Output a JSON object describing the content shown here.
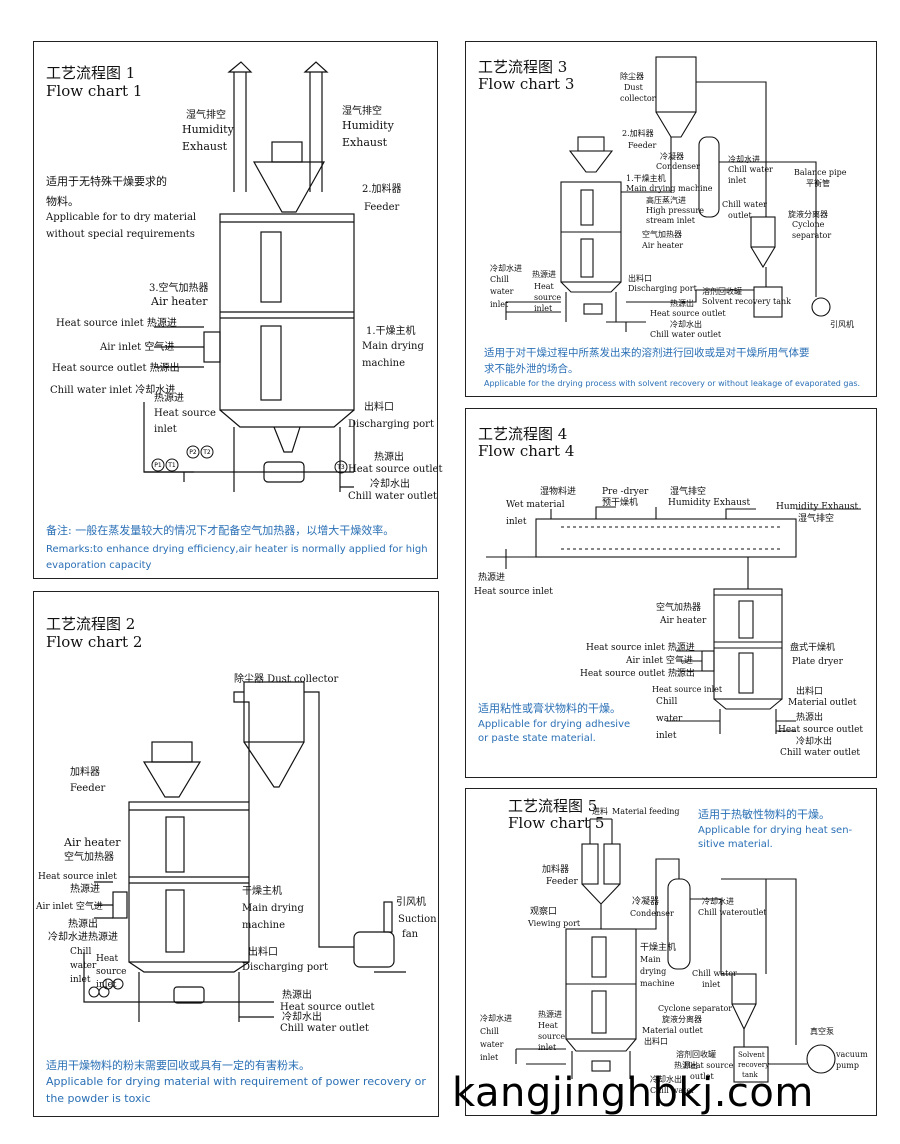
{
  "chart1": {
    "title_cn": "工艺流程图 1",
    "title_en": "Flow chart 1",
    "humidity_cn_l": "湿气排空",
    "humidity_en_l1": "Humidity",
    "humidity_en_l2": "Exhaust",
    "humidity_cn_r": "湿气排空",
    "humidity_en_r1": "Humidity",
    "humidity_en_r2": "Exhaust",
    "feeder_cn": "2.加料器",
    "feeder_en": "Feeder",
    "desc_cn1": "适用于无特殊干燥要求的",
    "desc_cn2": "物料。",
    "desc_en1": "Applicable for to dry material",
    "desc_en2": "without special requirements",
    "airheater_cn": "3.空气加热器",
    "airheater_en": "Air heater",
    "main_cn": "1.干燥主机",
    "main_en1": "Main drying",
    "main_en2": "machine",
    "heat_in": "Heat source inlet 热源进",
    "air_in": "Air inlet 空气进",
    "heat_out": "Heat source outlet 热源出",
    "chill_in": "Chill water inlet 冷却水进",
    "heat_cn2": "热源进",
    "heat_en2a": "Heat",
    "heat_en2b": "source",
    "heat_en2c": "inlet",
    "disch_cn": "出料口",
    "disch_en": "Discharging port",
    "heat_out_cn": "热源出",
    "heat_out_en": "Heat source outlet",
    "chill_out_cn": "冷却水出",
    "chill_out_en": "Chill water outlet",
    "gauges": [
      "P1",
      "T1",
      "P2",
      "T2",
      "T3"
    ],
    "remark_cn": "备注: 一般在蒸发量较大的情况下才配备空气加热器，以增大干燥效率。",
    "remark_en1": "Remarks:to enhance drying efficiency,air heater is normally applied for high",
    "remark_en2": "evaporation capacity"
  },
  "chart2": {
    "title_cn": "工艺流程图 2",
    "title_en": "Flow chart 2",
    "dust": "除尘器  Dust collector",
    "feeder_cn": "加料器",
    "feeder_en": "Feeder",
    "airheater_en": "Air heater",
    "airheater_cn": "空气加热器",
    "heat_in": "Heat source inlet",
    "heat_in_cn": "热源进",
    "air_in": "Air inlet 空气进",
    "heat_out_cn": "热源出",
    "chill_cn": "冷却水进",
    "heat_cn3": "热源进",
    "chill_a": "Chill",
    "chill_b": "water",
    "chill_c": "inlet",
    "heat_a": "Heat",
    "heat_b": "source",
    "heat_c": "inlet",
    "main_cn": "干燥主机",
    "main_en1": "Main drying",
    "main_en2": "machine",
    "disch_cn": "出料口",
    "disch_en": "Discharging port",
    "fan_cn": "引风机",
    "fan_en1": "Suction",
    "fan_en2": "fan",
    "heat_out_en": "Heat source outlet",
    "chill_out_cn": "冷却水出",
    "chill_out_en": "Chill water outlet",
    "desc_cn": "适用干燥物料的粉末需要回收或具有一定的有害粉末。",
    "desc_en1": "Applicable for drying material with requirement of power recovery or",
    "desc_en2": "the powder is toxic"
  },
  "chart3": {
    "title_cn": "工艺流程图 3",
    "title_en": "Flow chart 3",
    "dust_cn": "除尘器",
    "dust_en1": "Dust",
    "dust_en2": "collector",
    "feeder_cn": "2.加料器",
    "feeder_en": "Feeder",
    "cond_cn": "冷凝器",
    "cond_en": "Condenser",
    "chill_cn": "冷却水进",
    "chill_en1": "Chill water",
    "chill_en2": "inlet",
    "main_cn": "1.干燥主机",
    "main_en": "Main drying machine",
    "hp_cn": "高压蒸汽进",
    "hp_en1": "High pressure",
    "hp_en2": "stream inlet",
    "air_cn": "空气加热器",
    "air_en": "Air heater",
    "chill2_en1": "Chill water",
    "chill2_en2": "outlet",
    "bal_en": "Balance pipe",
    "bal_cn": "平衡管",
    "cyc_cn": "旋液分离器",
    "cyc_en1": "Cyclone",
    "cyc_en2": "separator",
    "left_cn": "冷却水进",
    "left_cn2": "热源进",
    "left_a": "Chill",
    "left_b": "water",
    "left_c": "inlet",
    "left_h1": "Heat",
    "left_h2": "source",
    "left_h3": "inlet",
    "disch_cn": "出料口",
    "disch_en": "Discharging port",
    "solv_cn": "溶剂回收罐",
    "solv_en": "Solvent recovery tank",
    "heat_out_cn": "热源出",
    "heat_out_en": "Heat source outlet",
    "chill_out_cn": "冷却水出",
    "chill_out_en": "Chill water outlet",
    "fan_cn": "引风机",
    "desc_cn1": "适用于对干燥过程中所蒸发出来的溶剂进行回收或是对干燥所用气体要",
    "desc_cn2": "求不能外泄的场合。",
    "desc_en": "Applicable for the drying process with solvent recovery or without leakage of evaporated gas."
  },
  "chart4": {
    "title_cn": "工艺流程图 4",
    "title_en": "Flow chart 4",
    "wet_cn": "湿物料进",
    "wet_en1": "Wet material",
    "wet_en2": "inlet",
    "pre_en": "Pre -dryer",
    "pre_cn": "预干燥机",
    "hum_cn": "湿气排空",
    "hum_en": "Humidity Exhaust",
    "hum2_en": "Humidity Exhaust",
    "hum2_cn": "湿气排空",
    "heat_cn": "热源进",
    "heat_en": "Heat source inlet",
    "airh_cn": "空气加热器",
    "airh_en": "Air heater",
    "plate_cn": "盘式干燥机",
    "plate_en": "Plate dryer",
    "hs_in": "Heat source inlet 热源进",
    "air_in": "Air inlet 空气进",
    "hs_out": "Heat source outlet 热源出",
    "hs_in2": "Heat source inlet",
    "chill_a": "Chill",
    "chill_b": "water",
    "chill_c": "inlet",
    "mat_cn": "出料口",
    "mat_en": "Material outlet",
    "ho_cn": "热源出",
    "ho_en": "Heat source outlet",
    "co_cn": "冷却水出",
    "co_en": "Chill water outlet",
    "desc_cn": "适用粘性或膏状物料的干燥。",
    "desc_en1": "Applicable for drying adhesive",
    "desc_en2": "or paste state material."
  },
  "chart5": {
    "title_cn": "工艺流程图 5",
    "title_en": "Flow chart 5",
    "feed_cn": "进料",
    "feed_en": "Material feeding",
    "desc_cn": "适用于热敏性物料的干燥。",
    "desc_en1": "Applicable for drying heat sen-",
    "desc_en2": "sitive material.",
    "feeder_cn": "加料器",
    "feeder_en": "Feeder",
    "view_cn": "观察口",
    "view_en": "Viewing port",
    "cond_cn": "冷凝器",
    "cond_en": "Condenser",
    "chill_in_cn": "冷却水进",
    "chill_in_en": "Chill wateroutlet",
    "main_cn": "干燥主机",
    "main_en1": "Main",
    "main_en2": "drying",
    "main_en3": "machine",
    "cw_en1": "Chill water",
    "cw_en2": "inlet",
    "cyc_en": "Cyclone separator",
    "cyc_cn": "旋液分离器",
    "left_cn": "冷却水进",
    "left_a": "Chill",
    "left_b": "water",
    "left_c": "inlet",
    "heat_cn": "热源进",
    "heat_a": "Heat",
    "heat_b": "source",
    "heat_c": "inlet",
    "mat_en": "Material outlet",
    "mat_cn": "出料口",
    "solv_cn": "溶剂回收罐",
    "solv_en1": "Solvent",
    "solv_en2": "recovery",
    "solv_en3": "tank",
    "vac_cn": "真空泵",
    "vac_en1": "vacuum",
    "vac_en2": "pump",
    "ho_cn": "热源出",
    "ho_en1": "Heat source",
    "ho_en2": "outlet",
    "co_cn": "冷却水出",
    "co_en": "Chill water"
  },
  "watermark": "kangjinghbkj.com"
}
